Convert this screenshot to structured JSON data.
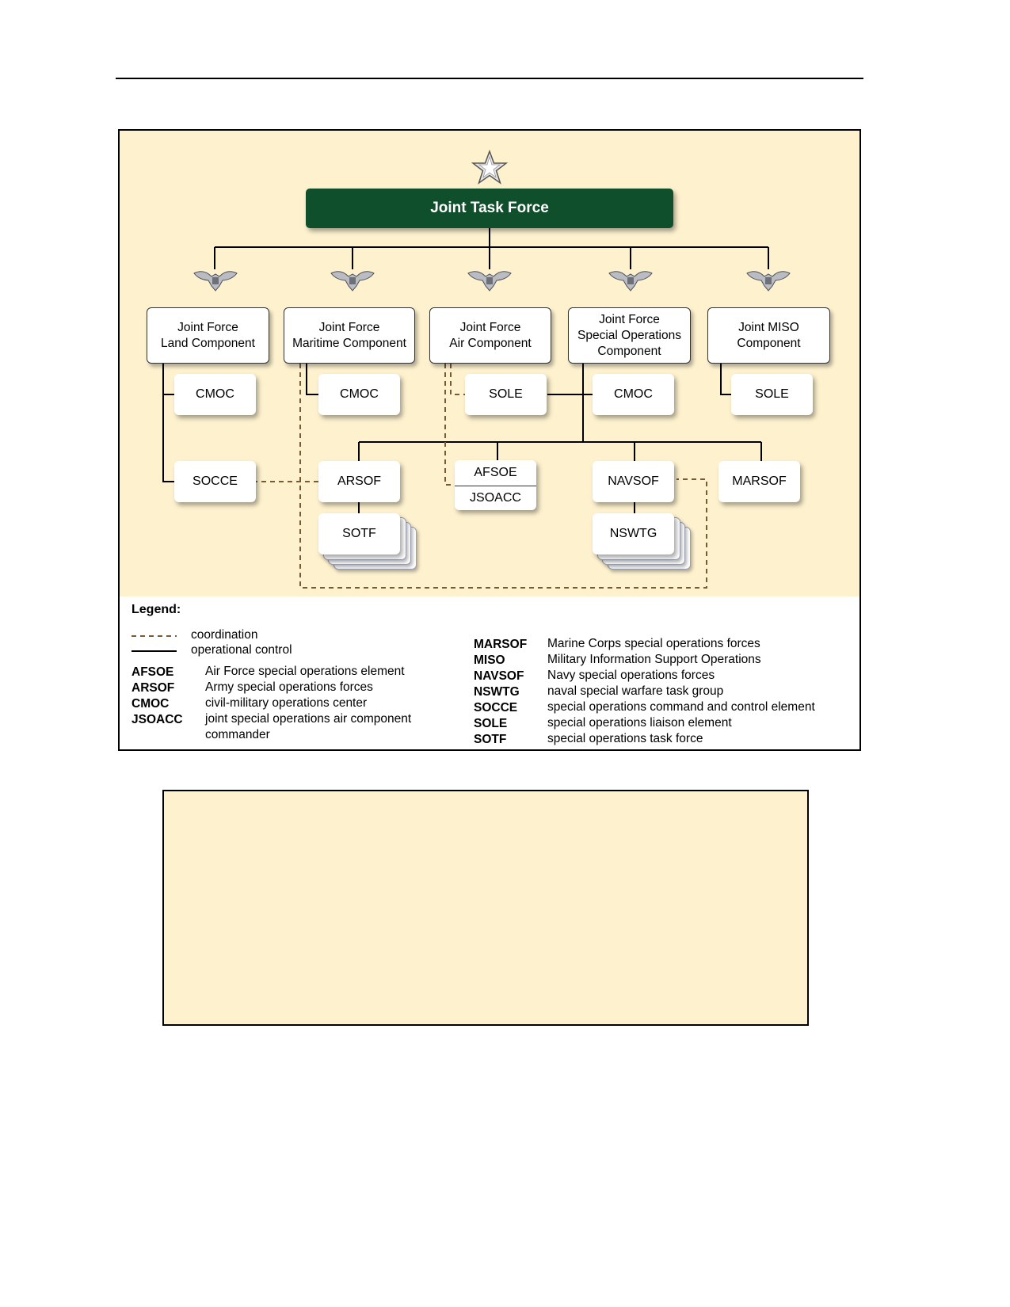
{
  "diagram": {
    "top_node": "Joint Task Force",
    "components": [
      "Joint Force\nLand Component",
      "Joint Force\nMaritime Component",
      "Joint Force\nAir Component",
      "Joint Force\nSpecial Operations\nComponent",
      "Joint MISO\nComponent"
    ],
    "units": {
      "land_cmoc": "CMOC",
      "maritime_cmoc": "CMOC",
      "air_sole": "SOLE",
      "sof_cmoc": "CMOC",
      "miso_sole": "SOLE",
      "socce": "SOCCE",
      "arsof": "ARSOF",
      "afsoe": "AFSOE",
      "jsoacc": "JSOACC",
      "navsof": "NAVSOF",
      "marsof": "MARSOF",
      "sotf": "SOTF",
      "nswtg": "NSWTG"
    }
  },
  "legend": {
    "title": "Legend:",
    "coordination": "coordination",
    "operational_control": "operational control",
    "left": [
      {
        "abbr": "AFSOE",
        "def": "Air Force special operations element"
      },
      {
        "abbr": "ARSOF",
        "def": "Army special operations forces"
      },
      {
        "abbr": "CMOC",
        "def": "civil-military operations center"
      },
      {
        "abbr": "JSOACC",
        "def": "joint special operations air component\ncommander"
      }
    ],
    "right": [
      {
        "abbr": "MARSOF",
        "def": "Marine Corps special operations forces"
      },
      {
        "abbr": "MISO",
        "def": "Military Information Support Operations"
      },
      {
        "abbr": "NAVSOF",
        "def": "Navy special operations forces"
      },
      {
        "abbr": "NSWTG",
        "def": "naval special warfare task group"
      },
      {
        "abbr": "SOCCE",
        "def": "special operations command and control element"
      },
      {
        "abbr": "SOLE",
        "def": "special operations liaison element"
      },
      {
        "abbr": "SOTF",
        "def": "special operations task force"
      }
    ]
  },
  "colors": {
    "figure_background": "#fdf1ce",
    "jtf_green": "#0f4f2c",
    "coordination_line": "#7a5a33",
    "control_line": "#000000"
  }
}
